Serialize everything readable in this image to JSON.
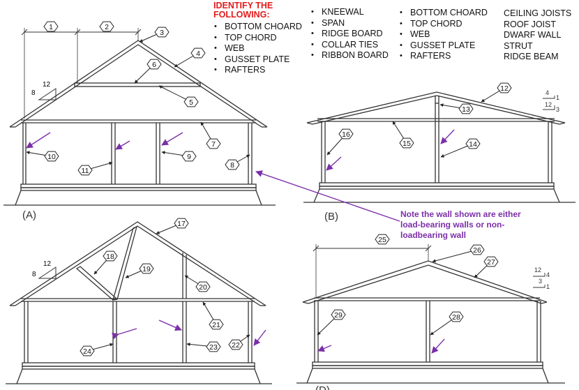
{
  "heading": [
    "IDENTIFY THE",
    "FOLLOWING:"
  ],
  "list1": [
    "BOTTOM CHOARD",
    "TOP CHORD",
    "WEB",
    "GUSSET PLATE",
    "RAFTERS"
  ],
  "list2": [
    "KNEEWAL",
    "SPAN",
    "RIDGE BOARD",
    "COLLAR TIES",
    "RIBBON BOARD"
  ],
  "list3": [
    "BOTTOM CHOARD",
    "TOP CHORD",
    "WEB",
    "GUSSET PLATE",
    "RAFTERS"
  ],
  "list4": [
    "CEILING JOISTS",
    "ROOF JOIST",
    "DWARF WALL",
    "STRUT",
    "RIDGE BEAM"
  ],
  "note": [
    "Note the wall shown are either",
    "load-bearing walls or non-",
    "loadbearing wall"
  ],
  "panels": {
    "a": "(A)",
    "b": "(B)",
    "d": "(D)"
  },
  "slopes": {
    "a": {
      "rise": "8",
      "run": "12"
    },
    "b": [
      {
        "rise": "1",
        "run": "4"
      },
      {
        "rise": "3",
        "run": "12"
      }
    ],
    "c": {
      "rise": "8",
      "run": "12"
    },
    "d": [
      {
        "rise": "4",
        "run": "12"
      },
      {
        "rise": "1",
        "run": "3"
      }
    ]
  },
  "callouts": [
    "1",
    "2",
    "3",
    "4",
    "5",
    "6",
    "7",
    "8",
    "9",
    "10",
    "11",
    "12",
    "13",
    "14",
    "15",
    "16",
    "17",
    "18",
    "19",
    "20",
    "21",
    "22",
    "23",
    "24",
    "25",
    "26",
    "27",
    "28",
    "29"
  ],
  "colors": {
    "heading": "#e31b1b",
    "note": "#7b2fa8",
    "arrow": "#7b2fa8",
    "line": "#333333"
  }
}
